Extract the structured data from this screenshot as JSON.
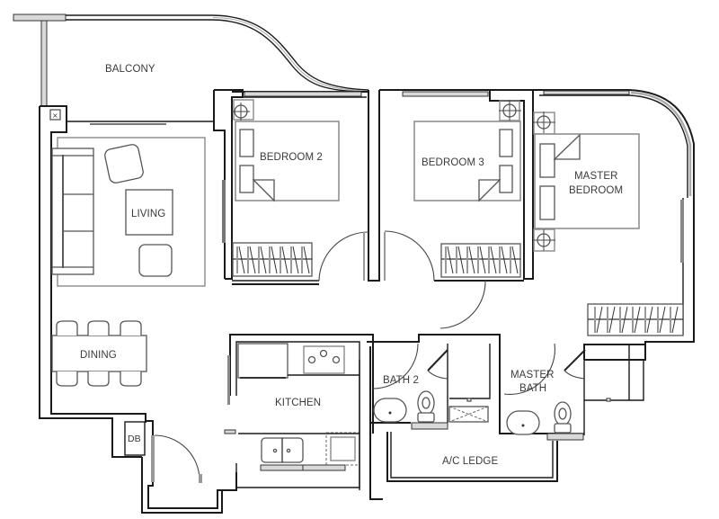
{
  "plan": {
    "type": "apartment-floor-plan",
    "rooms": [
      {
        "id": "balcony",
        "label": "BALCONY"
      },
      {
        "id": "living",
        "label": "LIVING"
      },
      {
        "id": "bedroom2",
        "label": "BEDROOM 2"
      },
      {
        "id": "bedroom3",
        "label": "BEDROOM 3"
      },
      {
        "id": "master_bedroom",
        "label_line1": "MASTER",
        "label_line2": "BEDROOM"
      },
      {
        "id": "dining",
        "label": "DINING"
      },
      {
        "id": "kitchen",
        "label": "KITCHEN"
      },
      {
        "id": "bath2",
        "label": "BATH 2"
      },
      {
        "id": "master_bath",
        "label_line1": "MASTER",
        "label_line2": "BATH"
      },
      {
        "id": "ac_ledge",
        "label": "A/C LEDGE"
      },
      {
        "id": "db",
        "label": "DB"
      }
    ],
    "colors": {
      "wall": "#1a1a1a",
      "furniture": "#555555",
      "window_fill": "#d9d9d9",
      "background": "#ffffff"
    }
  }
}
